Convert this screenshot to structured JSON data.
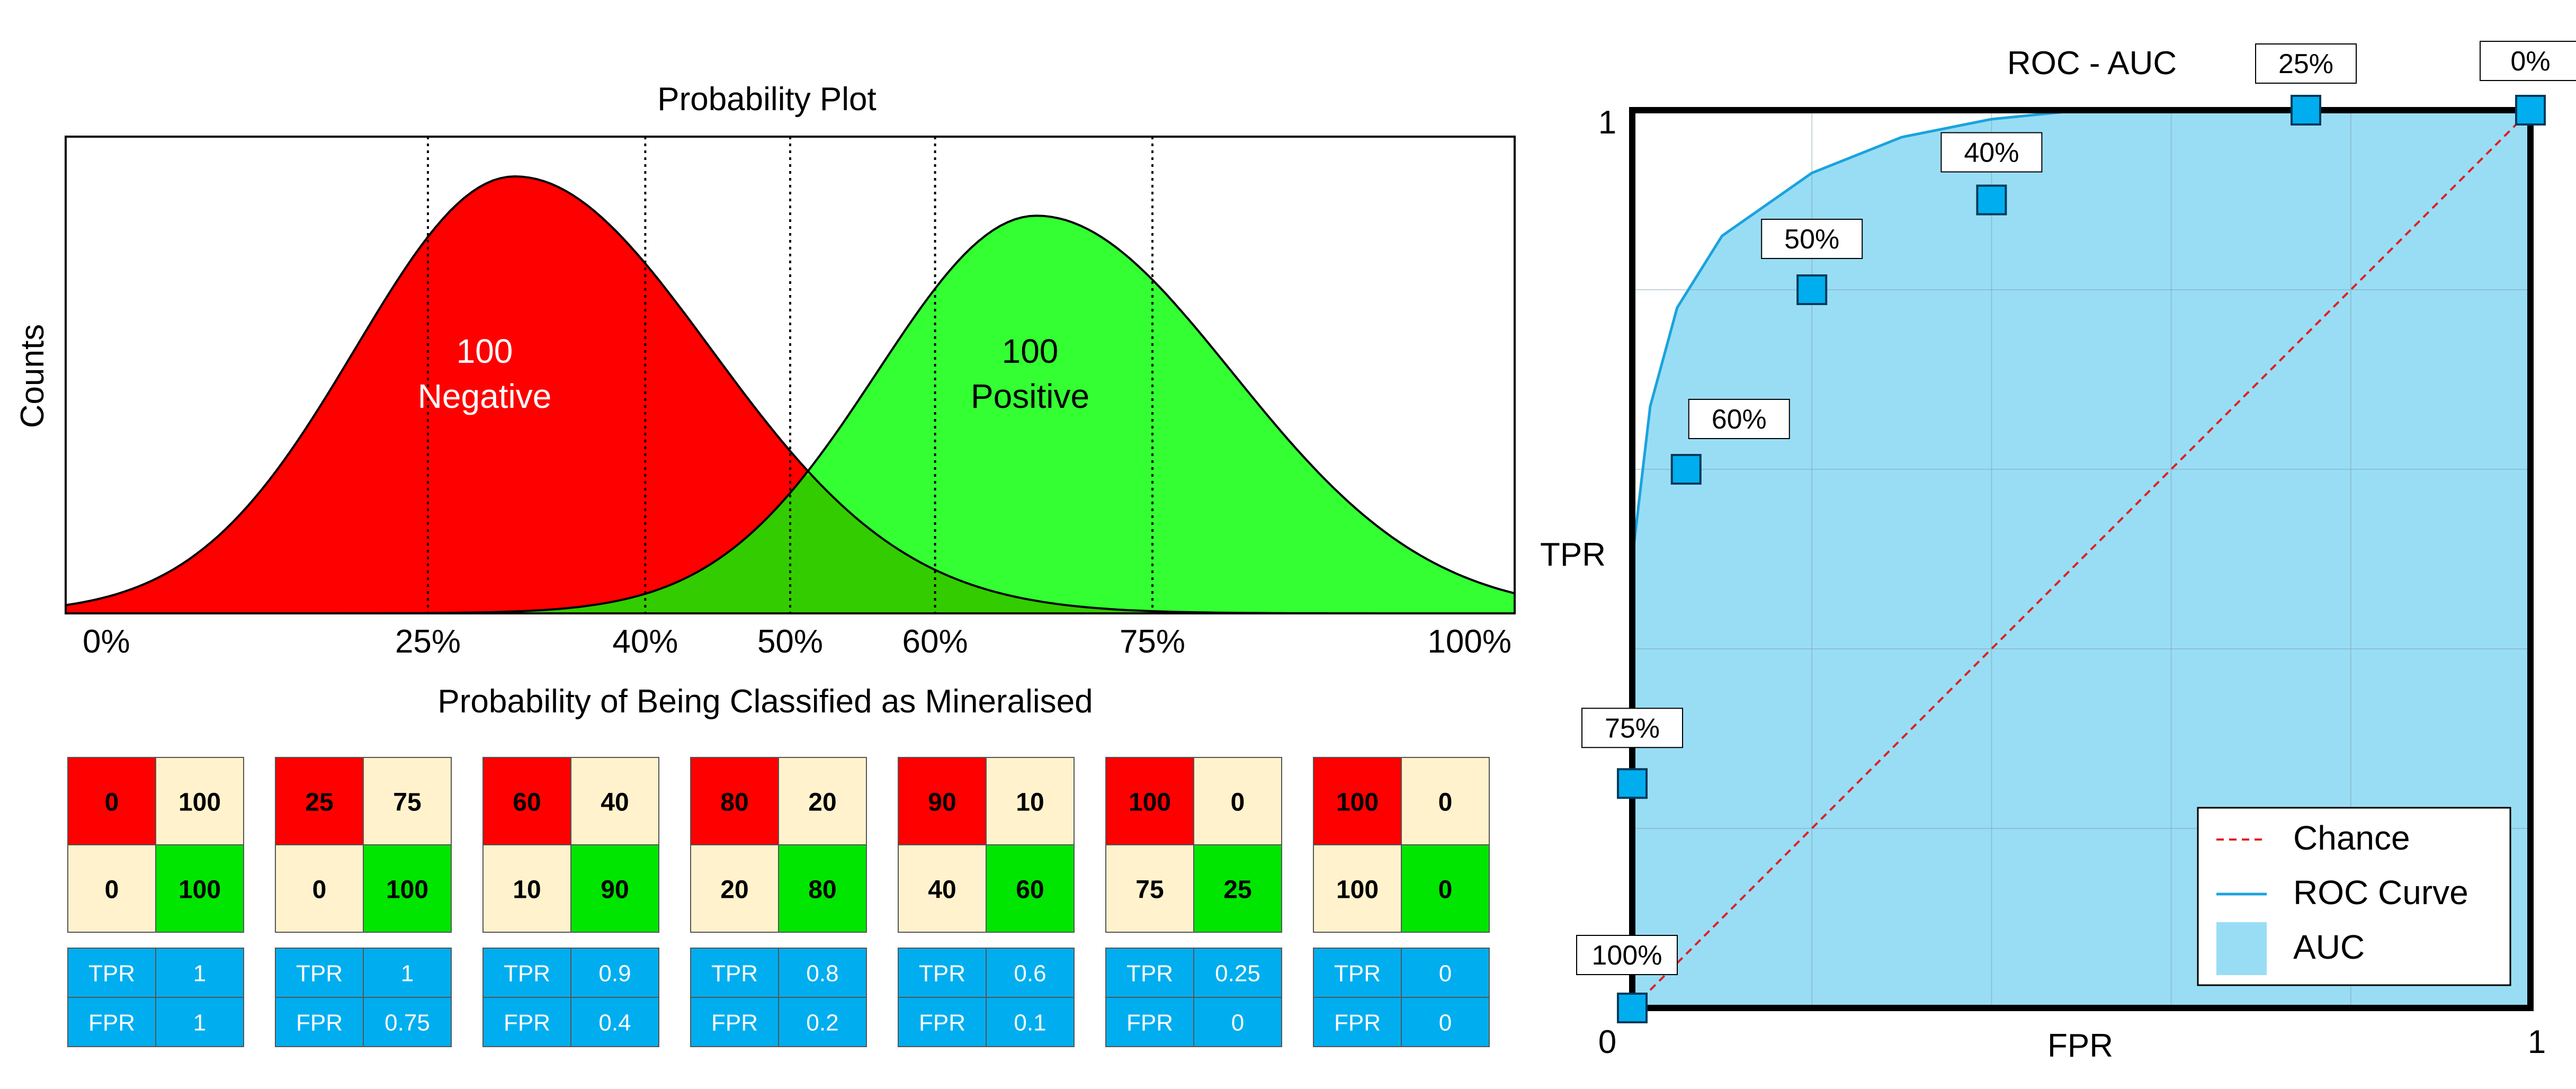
{
  "chart_data": [
    {
      "type": "area",
      "title": "Probability Plot",
      "xlabel": "Probability of Being Classified as Mineralised",
      "ylabel": "Counts",
      "xlim": [
        0,
        100
      ],
      "x_tick_labels": [
        "0%",
        "25%",
        "40%",
        "50%",
        "60%",
        "75%",
        "100%"
      ],
      "x_ticks": [
        0,
        25,
        40,
        50,
        60,
        75,
        100
      ],
      "threshold_lines": [
        25,
        40,
        50,
        60,
        75
      ],
      "grid": false,
      "series": [
        {
          "label_count": "100",
          "label_text": "Negative",
          "color": "#ff0000",
          "peak_x": 31,
          "relative_peak": 1.0
        },
        {
          "label_count": "100",
          "label_text": "Positive",
          "color": "#33ff33",
          "peak_x": 67,
          "relative_peak": 0.91
        }
      ],
      "overlap_color": "#33cc00"
    },
    {
      "type": "table",
      "title": "Confusion matrices at each threshold",
      "matrices": [
        {
          "cells": [
            "0",
            "100",
            "0",
            "100"
          ],
          "tpr": "1",
          "fpr": "1"
        },
        {
          "cells": [
            "25",
            "75",
            "0",
            "100"
          ],
          "tpr": "1",
          "fpr": "0.75"
        },
        {
          "cells": [
            "60",
            "40",
            "10",
            "90"
          ],
          "tpr": "0.9",
          "fpr": "0.4"
        },
        {
          "cells": [
            "80",
            "20",
            "20",
            "80"
          ],
          "tpr": "0.8",
          "fpr": "0.2"
        },
        {
          "cells": [
            "90",
            "10",
            "40",
            "60"
          ],
          "tpr": "0.6",
          "fpr": "0.1"
        },
        {
          "cells": [
            "100",
            "0",
            "75",
            "25"
          ],
          "tpr": "0.25",
          "fpr": "0"
        },
        {
          "cells": [
            "100",
            "0",
            "100",
            "0"
          ],
          "tpr": "0",
          "fpr": "0"
        }
      ],
      "row_labels": [
        "TPR",
        "FPR"
      ],
      "cell_colors": {
        "tn": "#ff0000",
        "off": "#fff2cc",
        "tp": "#00e600",
        "rate": "#00aeef"
      }
    },
    {
      "type": "line",
      "title": "ROC - AUC",
      "xlabel": "FPR",
      "ylabel": "TPR",
      "xlim": [
        0,
        1
      ],
      "ylim": [
        0,
        1
      ],
      "x_tick_labels": [
        "0",
        "1"
      ],
      "y_tick_labels": [
        "1"
      ],
      "grid": true,
      "series": [
        {
          "name": "Chance",
          "style": "dashed",
          "color": "#e02020",
          "x": [
            0,
            1
          ],
          "y": [
            0,
            1
          ]
        },
        {
          "name": "ROC Curve",
          "style": "solid",
          "color": "#1aa3dd",
          "x": [
            0,
            0.0,
            0.0,
            0.02,
            0.05,
            0.1,
            0.2,
            0.3,
            0.4,
            0.5,
            0.6,
            0.7,
            0.8,
            0.9,
            1.0
          ],
          "y": [
            0,
            0.3,
            0.5,
            0.67,
            0.78,
            0.86,
            0.93,
            0.97,
            0.99,
            1.0,
            1.0,
            1.0,
            1.0,
            1.0,
            1.0
          ]
        },
        {
          "name": "AUC",
          "style": "fill",
          "color": "#99ddf5"
        }
      ],
      "points": [
        {
          "label": "100%",
          "fpr": 0.0,
          "tpr": 0.0
        },
        {
          "label": "75%",
          "fpr": 0.0,
          "tpr": 0.25
        },
        {
          "label": "60%",
          "fpr": 0.06,
          "tpr": 0.6
        },
        {
          "label": "50%",
          "fpr": 0.2,
          "tpr": 0.8
        },
        {
          "label": "40%",
          "fpr": 0.4,
          "tpr": 0.9
        },
        {
          "label": "25%",
          "fpr": 0.75,
          "tpr": 1.0
        },
        {
          "label": "0%",
          "fpr": 1.0,
          "tpr": 1.0
        }
      ],
      "legend": {
        "position": "bottom-right",
        "items": [
          "Chance",
          "ROC Curve",
          "AUC"
        ]
      }
    }
  ]
}
